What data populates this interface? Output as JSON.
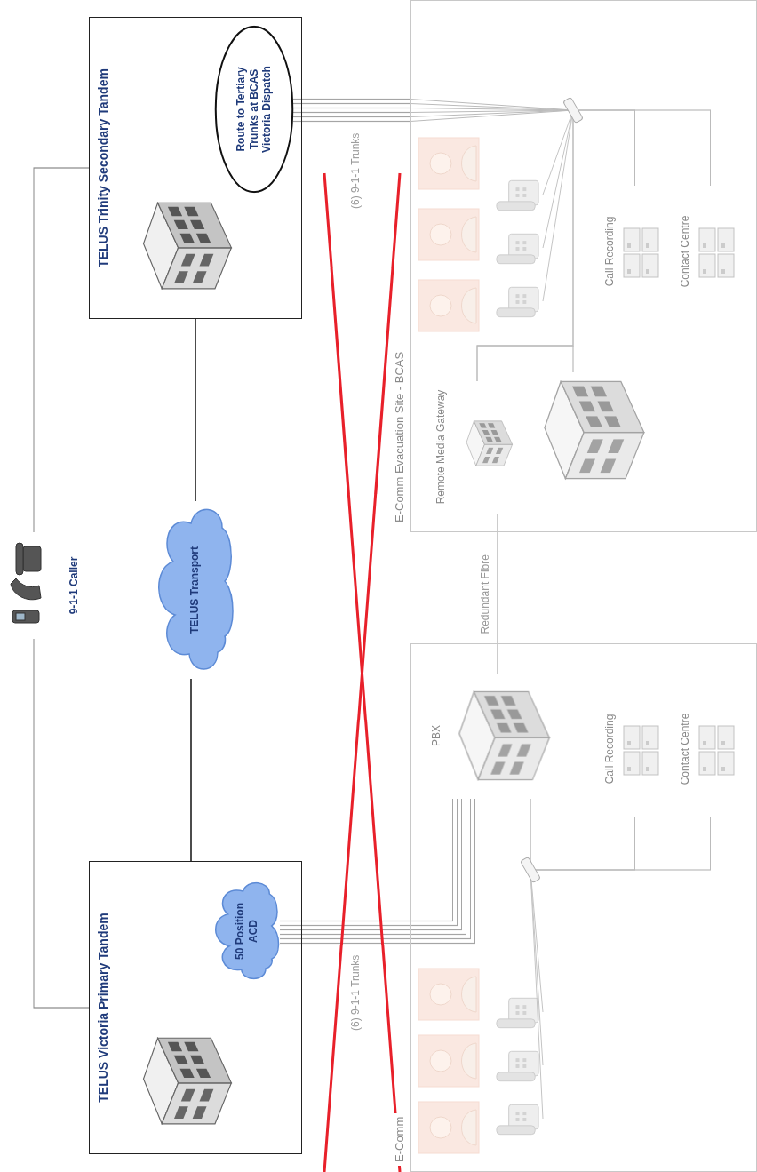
{
  "diagram": {
    "nodes": [
      {
        "text": [
          "9-1-1 Caller"
        ]
      },
      {
        "text": [
          "TELUS Victoria Primary Tandem"
        ]
      },
      {
        "text": [
          "50 Position ACD"
        ],
        "in": 1
      },
      {
        "text": [
          "TELUS Transport"
        ]
      },
      {
        "text": [
          "TELUS Trinity Secondary Tandem"
        ]
      },
      {
        "text": [
          "Route to Tertiary Trunks at BCAS Victoria Dispatch"
        ],
        "in": 4
      },
      {
        "text": [
          "E-Comm"
        ]
      },
      {
        "text": [
          "PBX"
        ],
        "in": 6
      },
      {
        "text": [
          "Call Recording"
        ],
        "in": 6
      },
      {
        "text": [
          "Contact Centre"
        ],
        "in": 6
      },
      {
        "text": [
          "E-Comm Evacuation Site - BCAS"
        ]
      },
      {
        "text": [
          "Remote Media Gateway"
        ],
        "in": 10
      },
      {
        "text": [
          "Call Recording"
        ],
        "in": 10
      },
      {
        "text": [
          "Contact Centre"
        ],
        "in": 10
      }
    ],
    "edges": [
      {
        "from": 0,
        "to": 1,
        "arrow": "none"
      },
      {
        "from": 0,
        "to": 4,
        "arrow": "none"
      },
      {
        "from": 1,
        "to": 3,
        "arrow": "none"
      },
      {
        "from": 3,
        "to": 4,
        "arrow": "none"
      },
      {
        "from": 2,
        "to": 7,
        "label": "(6) 9-1-1 Trunks",
        "arrow": "none"
      },
      {
        "from": 5,
        "to": 10,
        "label": "(6) 9-1-1 Trunks",
        "arrow": "none"
      },
      {
        "from": 7,
        "to": 11,
        "label": "Redundant Fibre",
        "arrow": "none"
      },
      {
        "from": 7,
        "to": 8,
        "arrow": "none"
      },
      {
        "from": 7,
        "to": 9,
        "arrow": "none"
      },
      {
        "from": 11,
        "to": 12,
        "arrow": "none"
      },
      {
        "from": 11,
        "to": 13,
        "arrow": "none"
      }
    ]
  }
}
